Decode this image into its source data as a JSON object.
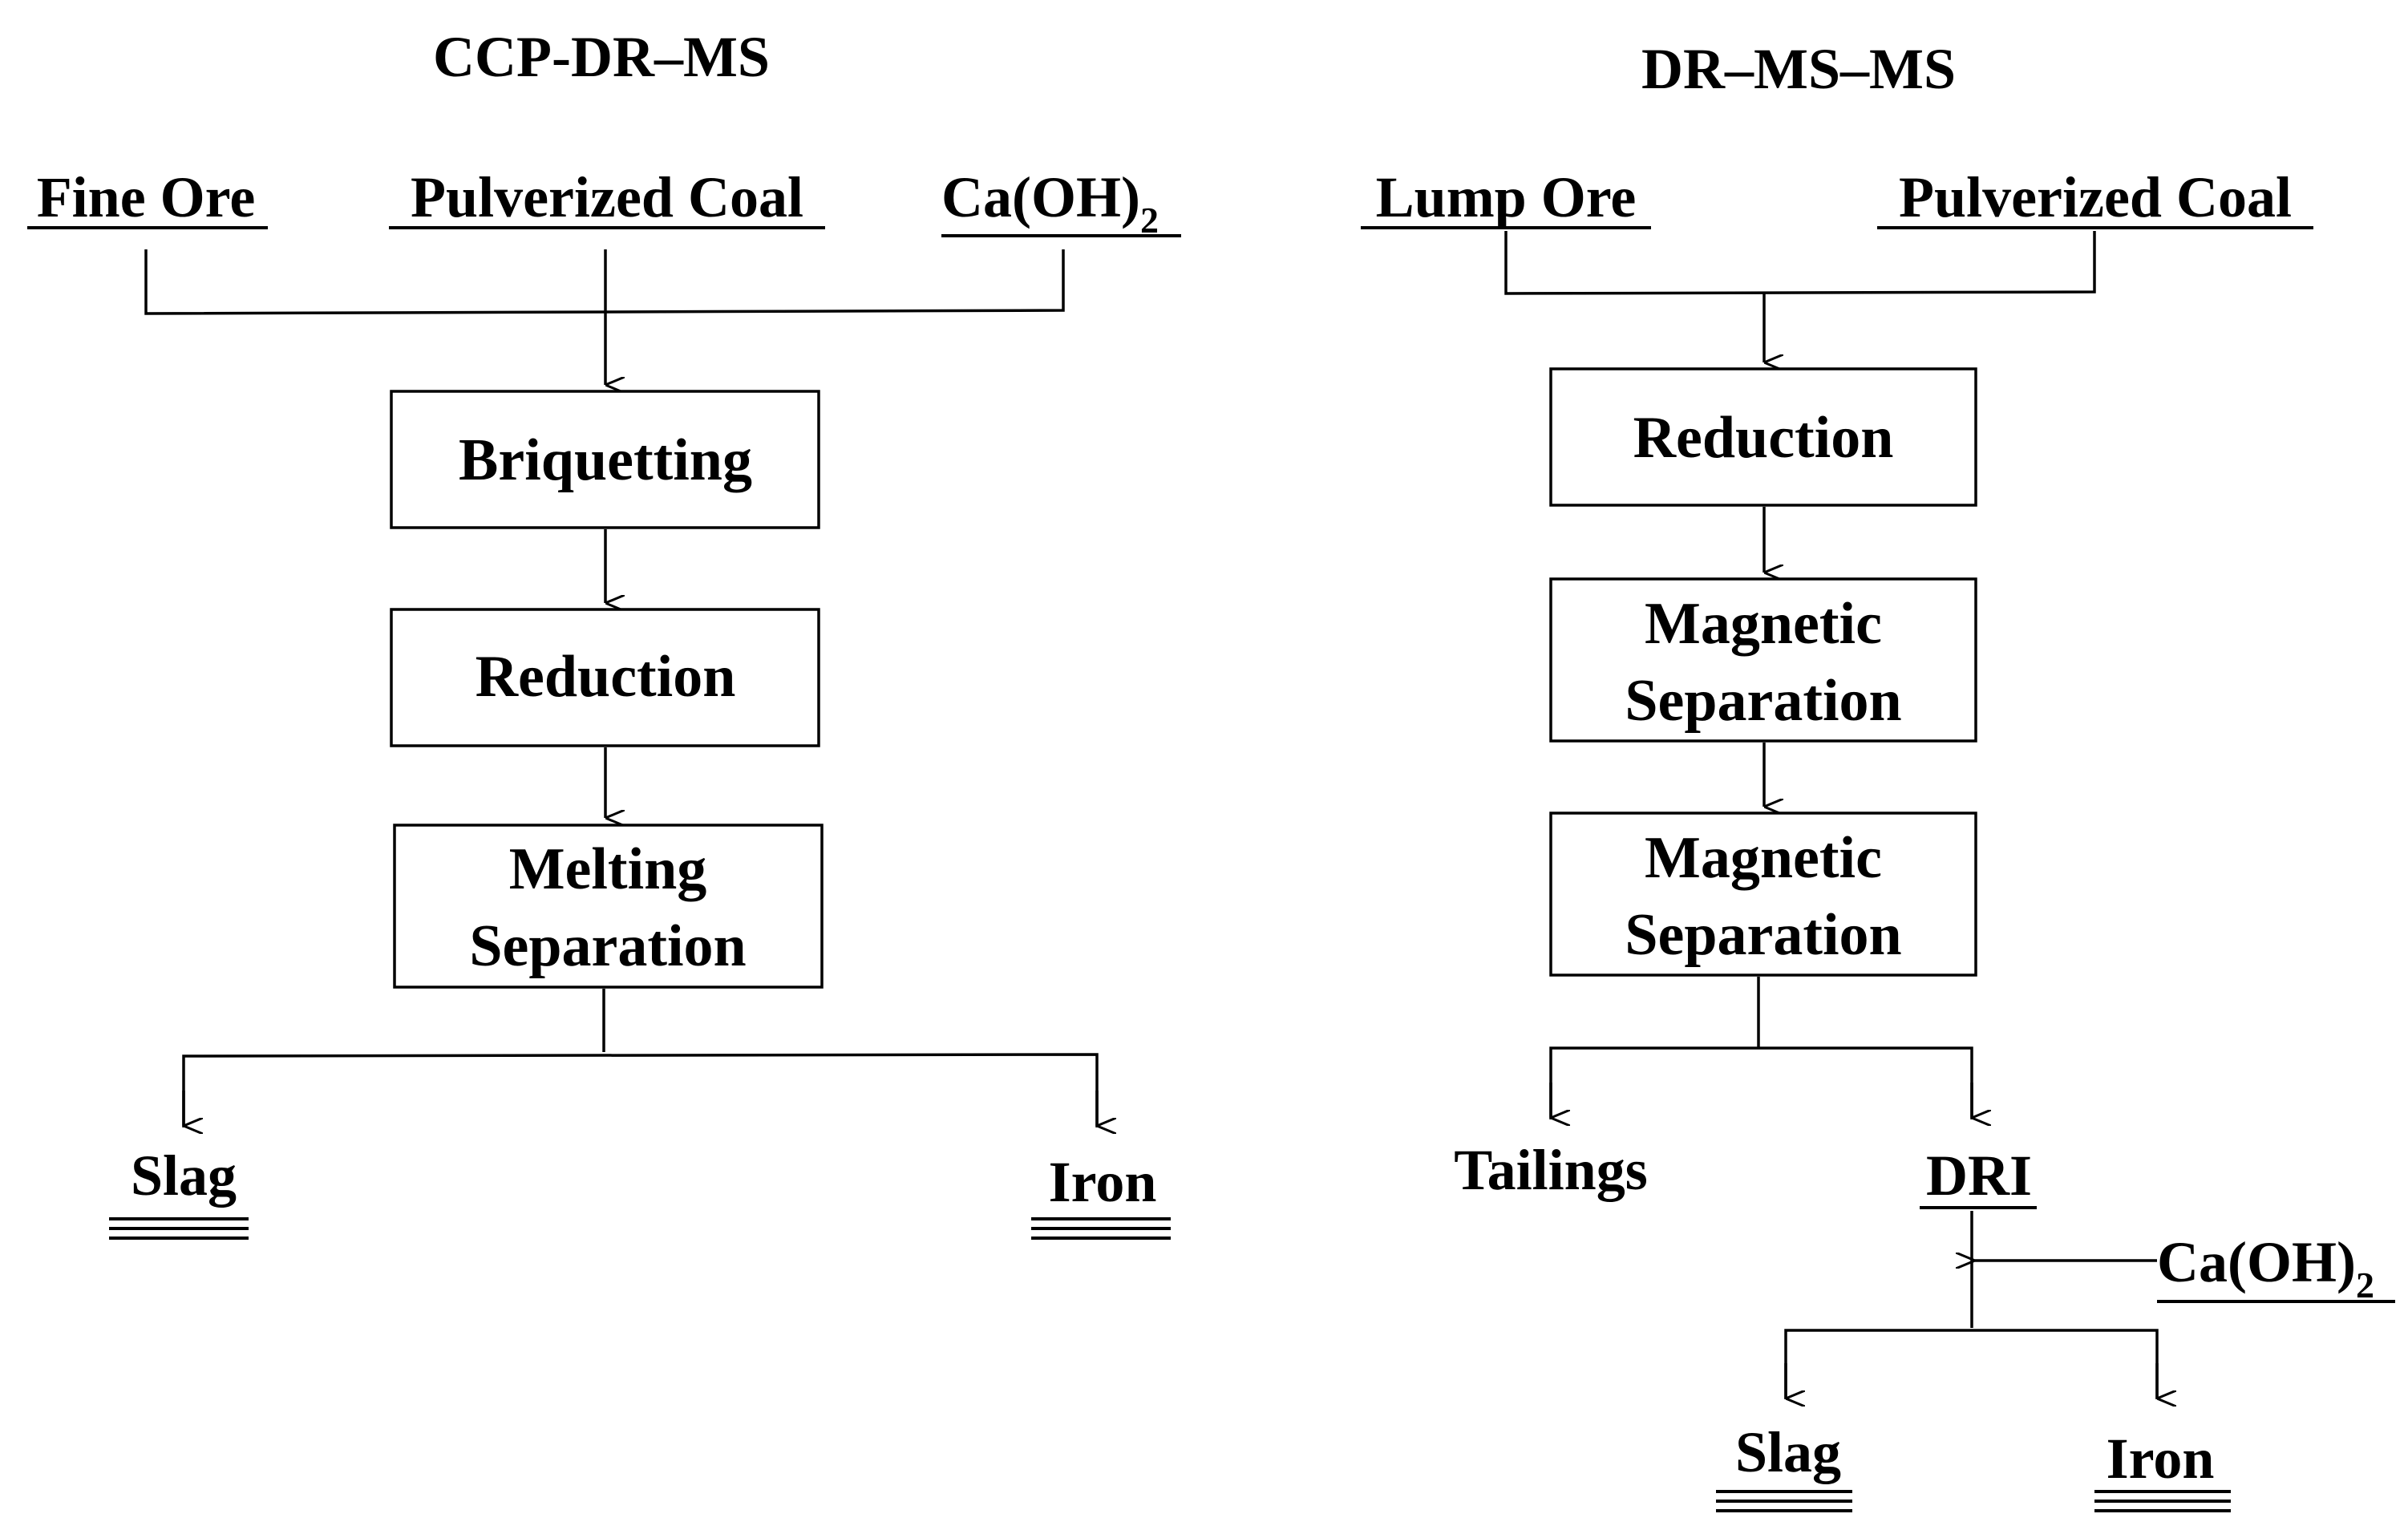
{
  "left": {
    "title": "CCP-DR–MS",
    "inputs": {
      "fine_ore": "Fine Ore",
      "pulverized_coal": "Pulverized Coal",
      "caoh2": "Ca(OH)",
      "caoh2_sub": "2"
    },
    "steps": {
      "briquetting": "Briquetting",
      "reduction": "Reduction",
      "melting_line1": "Melting",
      "melting_line2": "Separation"
    },
    "outputs": {
      "slag": "Slag",
      "iron": "Iron"
    }
  },
  "right": {
    "title": "DR–MS–MS",
    "inputs": {
      "lump_ore": "Lump Ore",
      "pulverized_coal": "Pulverized Coal"
    },
    "steps": {
      "reduction": "Reduction",
      "ms1_line1": "Magnetic",
      "ms1_line2": "Separation",
      "ms2_line1": "Magnetic",
      "ms2_line2": "Separation"
    },
    "outputs": {
      "tailings": "Tailings",
      "dri": "DRI",
      "caoh2": "Ca(OH)",
      "caoh2_sub": "2",
      "slag": "Slag",
      "iron": "Iron"
    }
  }
}
